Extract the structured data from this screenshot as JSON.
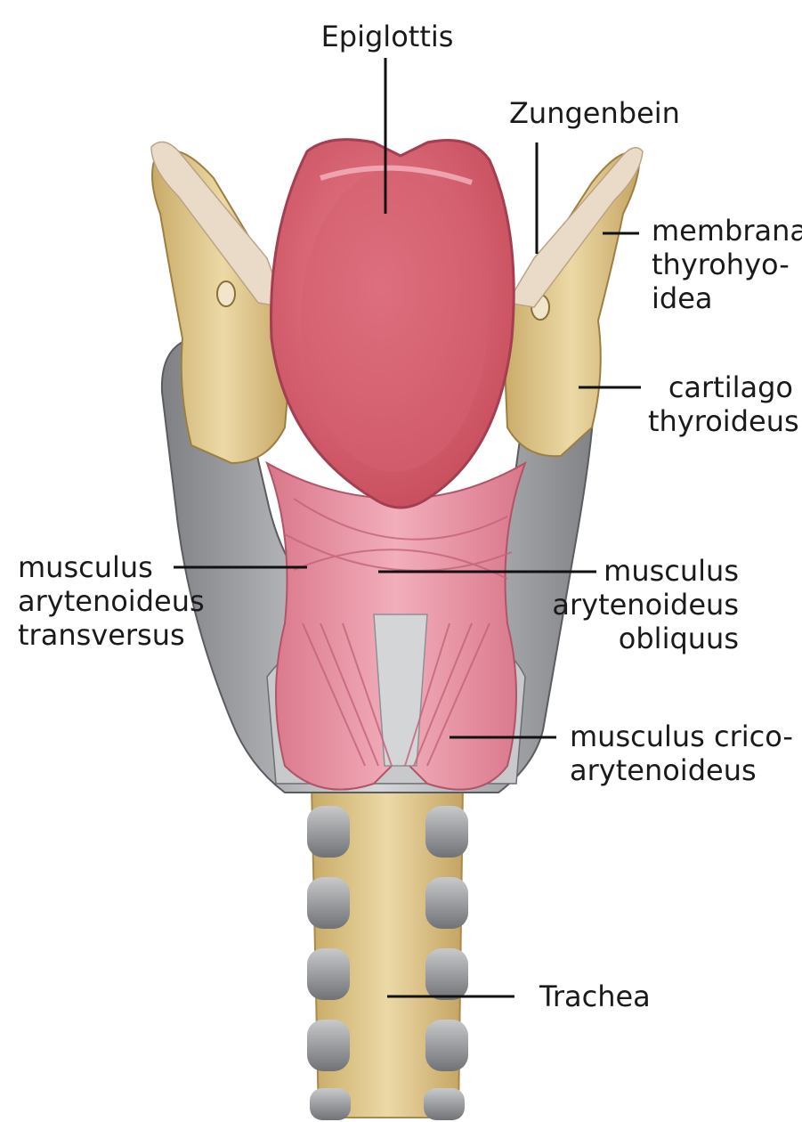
{
  "labels": {
    "epiglottis": [
      "Epiglottis"
    ],
    "zungenbein": [
      "Zungenbein"
    ],
    "membrana": [
      "membrana",
      "thyrohyo-",
      "idea"
    ],
    "cartilago": [
      "cartilago",
      "thyroideus"
    ],
    "transversus": [
      "musculus",
      "arytenoideus",
      "transversus"
    ],
    "obliquus": [
      "musculus",
      "arytenoideus",
      "obliquus"
    ],
    "crico": [
      "musculus crico-",
      "arytenoideus"
    ],
    "trachea": [
      "Trachea"
    ]
  },
  "colors": {
    "cartilage_yellow": "#dcc48a",
    "cartilage_shadow": "#b89a5a",
    "hyoid": "#eadbc8",
    "epiglottis": "#d86a7a",
    "epiglottis_light": "#ee9aa6",
    "muscle": "#e58fa0",
    "muscle_light": "#f3b8c3",
    "grey_cartilage": "#9fa1a4",
    "grey_light": "#d8d9db",
    "leader_line": "#111111"
  }
}
